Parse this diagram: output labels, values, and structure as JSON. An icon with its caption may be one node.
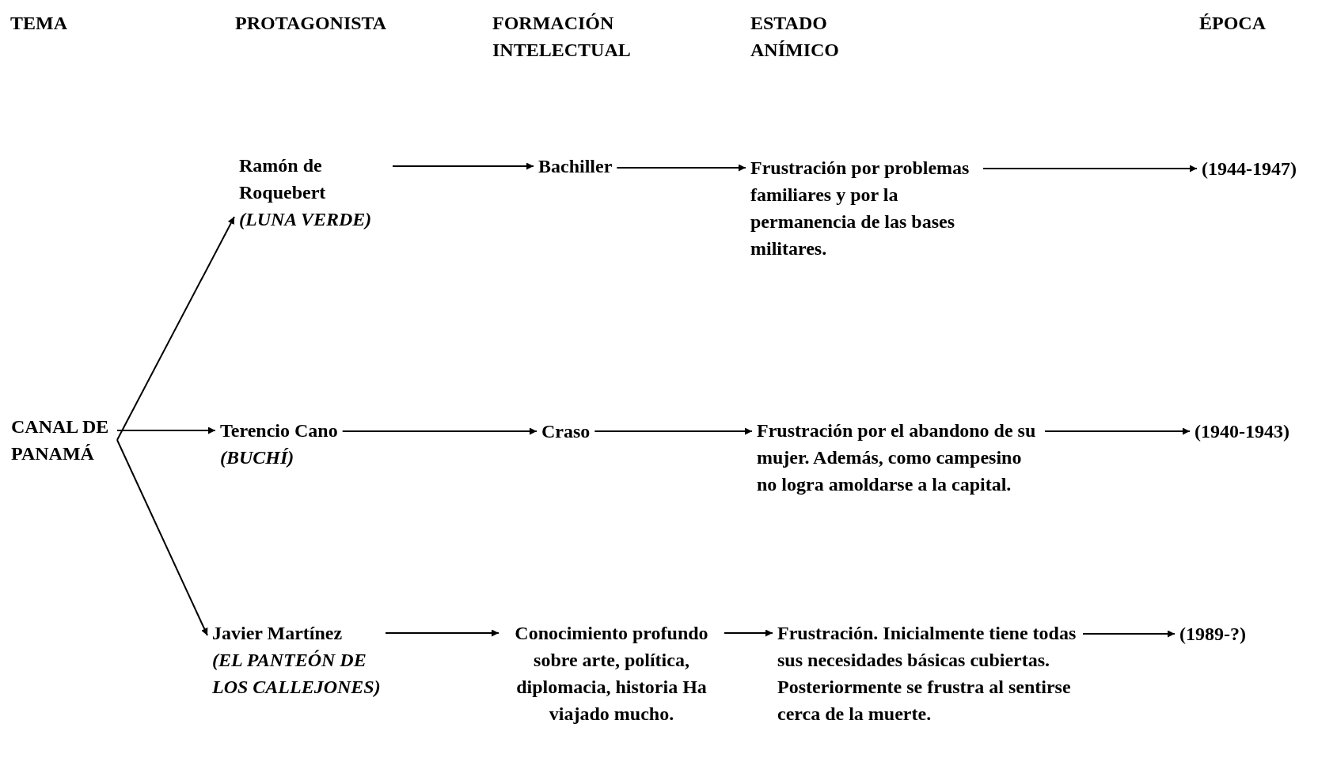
{
  "diagram": {
    "nodes": [
      {
        "text": [
          "CANAL DE PANAMÁ"
        ]
      },
      {
        "text": [
          "Ramón de Roquebert",
          "(LUNA VERDE)"
        ]
      },
      {
        "text": [
          "Bachiller"
        ]
      },
      {
        "text": [
          "Frustración por problemas familiares y por la permanencia de las bases militares."
        ]
      },
      {
        "text": [
          "(1944-1947)"
        ]
      },
      {
        "text": [
          "Terencio Cano",
          "(BUCHÍ)"
        ]
      },
      {
        "text": [
          "Craso"
        ]
      },
      {
        "text": [
          "Frustración por el abandono de su mujer. Además, como campesino no logra amoldarse a la capital."
        ]
      },
      {
        "text": [
          "(1940-1943)"
        ]
      },
      {
        "text": [
          "Javier Martínez",
          "(EL PANTEÓN DE LOS CALLEJONES)"
        ]
      },
      {
        "text": [
          "Conocimiento profundo sobre arte, política, diplomacia, historia Ha viajado mucho."
        ]
      },
      {
        "text": [
          "Frustración. Inicialmente tiene todas sus necesidades básicas cubiertas. Posteriormente se frustra al sentirse cerca de la muerte."
        ]
      },
      {
        "text": [
          "(1989-?)"
        ]
      }
    ],
    "edges": [
      {
        "from": 0,
        "to": 1,
        "arrow": "to"
      },
      {
        "from": 0,
        "to": 5,
        "arrow": "to"
      },
      {
        "from": 0,
        "to": 9,
        "arrow": "to"
      },
      {
        "from": 1,
        "to": 2,
        "arrow": "to"
      },
      {
        "from": 2,
        "to": 3,
        "arrow": "to"
      },
      {
        "from": 3,
        "to": 4,
        "arrow": "to"
      },
      {
        "from": 5,
        "to": 6,
        "arrow": "to"
      },
      {
        "from": 6,
        "to": 7,
        "arrow": "to"
      },
      {
        "from": 7,
        "to": 8,
        "arrow": "to"
      },
      {
        "from": 9,
        "to": 10,
        "arrow": "to"
      },
      {
        "from": 10,
        "to": 11,
        "arrow": "to"
      },
      {
        "from": 11,
        "to": 12,
        "arrow": "to"
      }
    ],
    "labels": [
      "TEMA",
      "PROTAGONISTA",
      "FORMACIÓN INTELECTUAL",
      "ESTADO ANÍMICO",
      "ÉPOCA"
    ]
  }
}
